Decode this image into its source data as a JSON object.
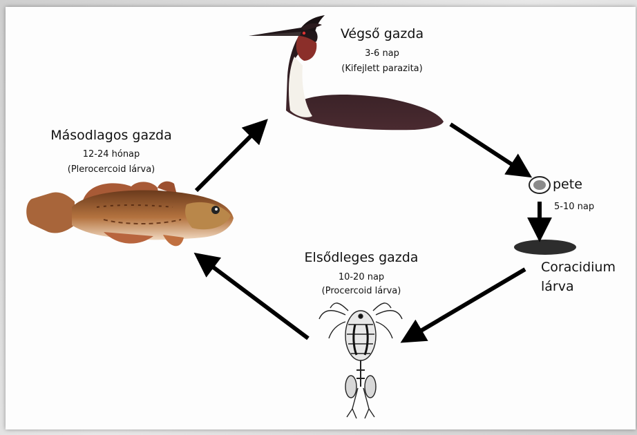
{
  "final_host": {
    "title": "Végső gazda",
    "duration": "3-6 nap",
    "stage": "(Kifejlett parazita)",
    "icon": "great-crested-grebe"
  },
  "secondary_host": {
    "title": "Másodlagos gazda",
    "duration": "12-24 hónap",
    "stage": "(Plerocercoid lárva)",
    "icon": "goby-fish"
  },
  "primary_host": {
    "title": "Elsődleges gazda",
    "duration": "10-20 nap",
    "stage": "(Procercoid lárva)",
    "icon": "copepod"
  },
  "egg": {
    "label": "pete",
    "duration": "5-10 nap",
    "icon": "egg"
  },
  "coracidium": {
    "line1": "Coracidium",
    "line2": "lárva",
    "icon": "coracidium"
  },
  "colors": {
    "arrow": "#000000",
    "grebe_body": "#3a2327",
    "grebe_crest": "#7a2a2a",
    "fish_body": "#a86a3c",
    "coracidium": "#2d2d2d"
  }
}
